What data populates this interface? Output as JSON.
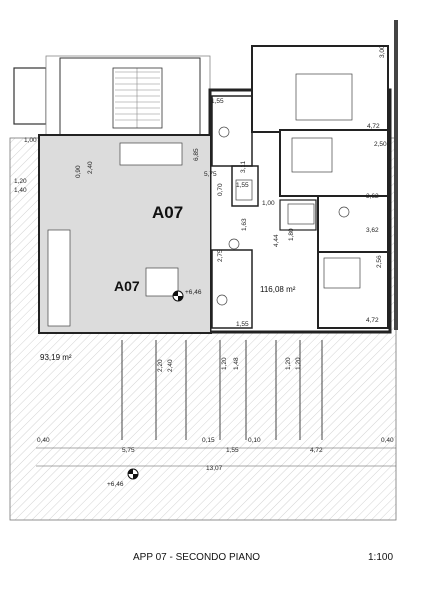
{
  "plan": {
    "unit_name": "A07",
    "living_area": "116,08 m²",
    "terrace_area": "93,19 m²",
    "level_marks": [
      "+6,46",
      "+6,46"
    ],
    "room_dims": {
      "d300": "3,00",
      "d472a": "4,72",
      "d155a": "1,55",
      "d685": "6,85",
      "d575v": "5,75",
      "d311": "3,11",
      "d250": "2,50",
      "d155b": "1,55",
      "d070": "0,70",
      "d362a": "3,62",
      "d100a": "1,00",
      "d090": "0,90",
      "d240a": "2,40",
      "d120": "1,20",
      "d140": "1,40",
      "d100b": "1,00",
      "d163": "1,63",
      "d444": "4,44",
      "d180": "1,80",
      "d362b": "3,62",
      "d275": "2,75",
      "d256": "2,56",
      "d155c": "1,55",
      "d472b": "4,72"
    },
    "terrace_dims": {
      "v220": "2,20",
      "v240": "2,40",
      "v120a": "1,20",
      "v148": "1,48",
      "v120b": "1,20",
      "v120c": "1,20"
    },
    "bottom_dims": {
      "b040a": "0,40",
      "b575": "5,75",
      "b015": "0,15",
      "b010": "0,10",
      "b155": "1,55",
      "b472": "4,72",
      "b040b": "0,40",
      "b1307": "13,07"
    }
  },
  "title": "APP 07 - SECONDO PIANO",
  "scale": "1:100"
}
